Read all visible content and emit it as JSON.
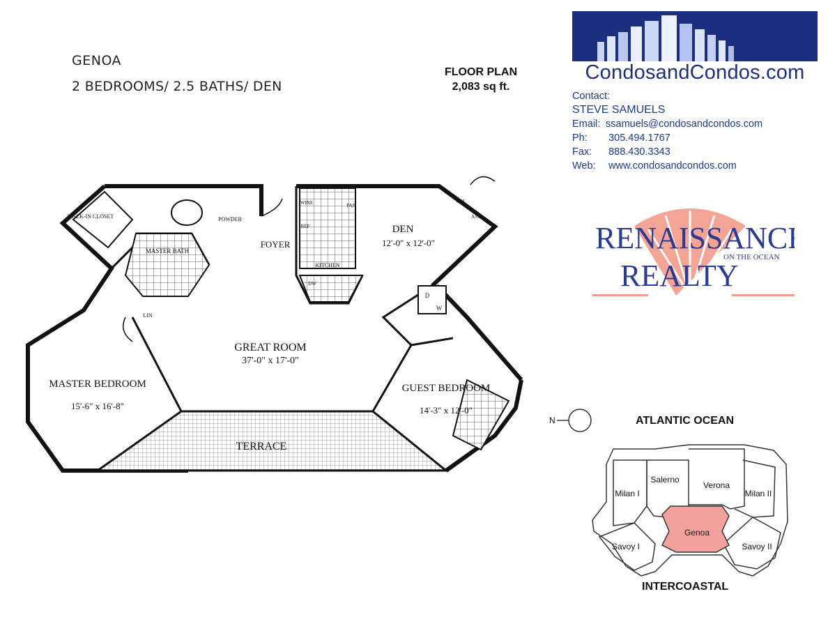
{
  "header": {
    "unit_name": "GENOA",
    "unit_config": "2 BEDROOMS/ 2.5 BATHS/ DEN",
    "plan_title": "FLOOR PLAN",
    "plan_size": "2,083 sq ft."
  },
  "banner": {
    "text": "CondosandCondos.com"
  },
  "contact": {
    "heading": "Contact:",
    "name": "STEVE SAMUELS",
    "email_label": "Email:",
    "email": "ssamuels@condosandcondos.com",
    "phone_label": "Ph:",
    "phone": "305.494.1767",
    "fax_label": "Fax:",
    "fax": "888.430.3343",
    "web_label": "Web:",
    "web": "www.condosandcondos.com"
  },
  "realty_logo": {
    "line1": "RENAISSANCE",
    "line2": "REALTY",
    "tagline": "ON THE OCEAN"
  },
  "floor_plan": {
    "walk_in_closet": "WALK-IN CLOSET",
    "master_bath": "MASTER BATH",
    "powder": "POWDER",
    "foyer": "FOYER",
    "kitchen": "KITCHEN",
    "wine": "WINE",
    "pan": "PAN",
    "ref": "REF",
    "dw": "DW",
    "den": "DEN",
    "den_size": "12'-0\" x 12'-0\"",
    "wh": "W.H.",
    "ac": "A/C",
    "dryer": "D",
    "washer": "W",
    "lin": "LIN",
    "great_room": "GREAT ROOM",
    "great_room_size": "37'-0\" x 17'-0\"",
    "master_bedroom": "MASTER BEDROOM",
    "master_bedroom_size": "15'-6\" x 16'-8\"",
    "guest_bedroom": "GUEST BEDROOM",
    "guest_bedroom_size": "14'-3\" x 12'-0\"",
    "terrace": "TERRACE"
  },
  "compass": {
    "label": "N"
  },
  "key_plan": {
    "top_label": "ATLANTIC OCEAN",
    "bottom_label": "INTERCOASTAL",
    "units": [
      "Salerno",
      "Verona",
      "Milan I",
      "Milan II",
      "Genoa",
      "Savoy I",
      "Savoy II"
    ],
    "highlight_color": "#f3a19c"
  },
  "colors": {
    "brand_blue": "#1c2f7f",
    "logo_coral": "#f39a8a"
  }
}
